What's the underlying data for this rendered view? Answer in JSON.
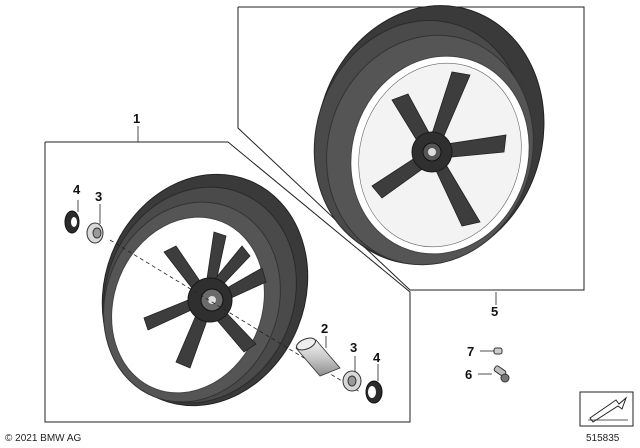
{
  "callouts": {
    "c1": "1",
    "c2": "2",
    "c3_left": "3",
    "c3_right": "3",
    "c4_left": "4",
    "c4_right": "4",
    "c5": "5",
    "c6": "6",
    "c7": "7"
  },
  "footer": {
    "copyright": "© 2021 BMW AG",
    "diagram_number": "515835"
  },
  "icons": {
    "parts_arrow": "arrow-icon"
  }
}
